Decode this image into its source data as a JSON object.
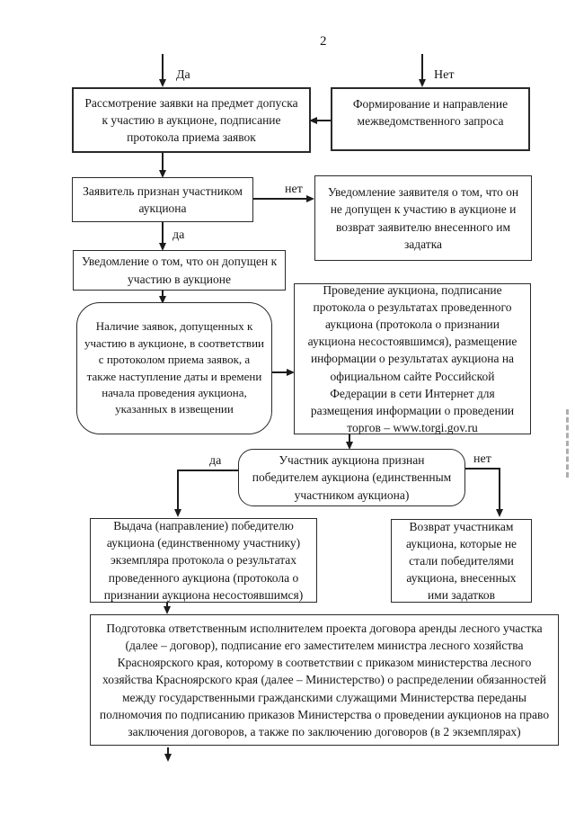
{
  "page": {
    "number": "2"
  },
  "labels": {
    "yes_top": "Да",
    "no_top": "Нет",
    "no_mid": "нет",
    "yes_mid": "да",
    "yes_decision": "да",
    "no_decision": "нет"
  },
  "nodes": {
    "review": "Рассмотрение заявки на предмет допуска к участию в аукционе, подписание протокола приема заявок",
    "interagency": "Формирование и направление межведомственного запроса",
    "recognized": "Заявитель признан участником аукциона",
    "notice_denied": "Уведомление заявителя о том, что он не допущен к участию в аукционе и возврат заявителю внесенного им задатка",
    "notice_admitted": "Уведомление о том, что он допущен к участию в аукционе",
    "presence": "Наличие заявок, допущенных к участию в аукционе, в соответствии с протоколом приема заявок, а также наступление даты и времени начала проведения аукциона, указанных в извещении",
    "conduct": "Проведение аукциона, подписание протокола о результатах проведенного аукциона (протокола о признании аукциона несостоявшимся), размещение информации  о результатах аукциона на официальном сайте Российской Федерации в сети Интернет для размещения информации о проведении торгов  – www.torgi.gov.ru",
    "winner": "Участник аукциона признан победителем аукциона (единственным участником аукциона)",
    "issue": "Выдача (направление) победителю аукциона (единственному участнику) экземпляра протокола о результатах проведенного аукциона (протокола о признании аукциона несостоявшимся)",
    "refund": "Возврат участникам аукциона, которые не стали победителями аукциона, внесенных ими задатков",
    "contract": "Подготовка ответственным исполнителем проекта договора аренды лесного участка (далее – договор), подписание его заместителем министра лесного хозяйства Красноярского края, которому в соответствии с приказом министерства лесного хозяйства Красноярского края (далее – Министерство) о распределении обязанностей между государственными гражданскими служащими Министерства переданы полномочия по подписанию приказов Министерства о проведении аукционов на право заключения договоров, а также по заключению договоров (в 2 экземплярах)"
  },
  "colors": {
    "ink": "#1c1c1c",
    "paper": "#ffffff"
  }
}
